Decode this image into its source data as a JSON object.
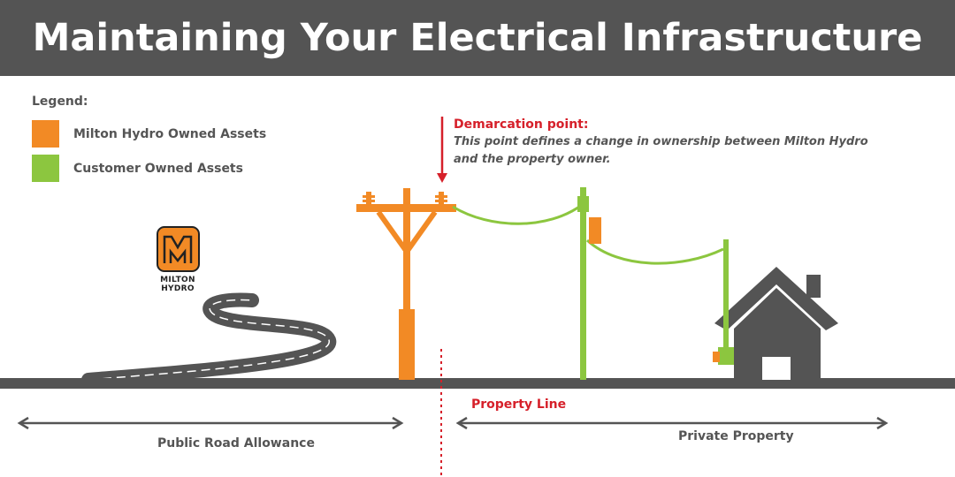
{
  "header": {
    "title": "Maintaining Your Electrical Infrastructure"
  },
  "legend": {
    "title": "Legend:",
    "items": [
      {
        "label": "Milton Hydro Owned Assets",
        "color": "#f28a25"
      },
      {
        "label": "Customer Owned Assets",
        "color": "#8cc63f"
      }
    ]
  },
  "demarcation": {
    "title": "Demarcation point:",
    "description": " This point defines a change in ownership between Milton Hydro\nand the property owner."
  },
  "logo": {
    "text": "MILTON HYDRO",
    "icon": "milton-hydro-logo-icon"
  },
  "labels": {
    "property_line": "Property Line",
    "public_road_allowance": "Public Road Allowance",
    "private_property": "Private Property"
  },
  "colors": {
    "header_bg": "#545454",
    "ground": "#545454",
    "red": "#d6202a",
    "orange": "#f28a25",
    "green": "#8cc63f",
    "text": "#555555"
  }
}
